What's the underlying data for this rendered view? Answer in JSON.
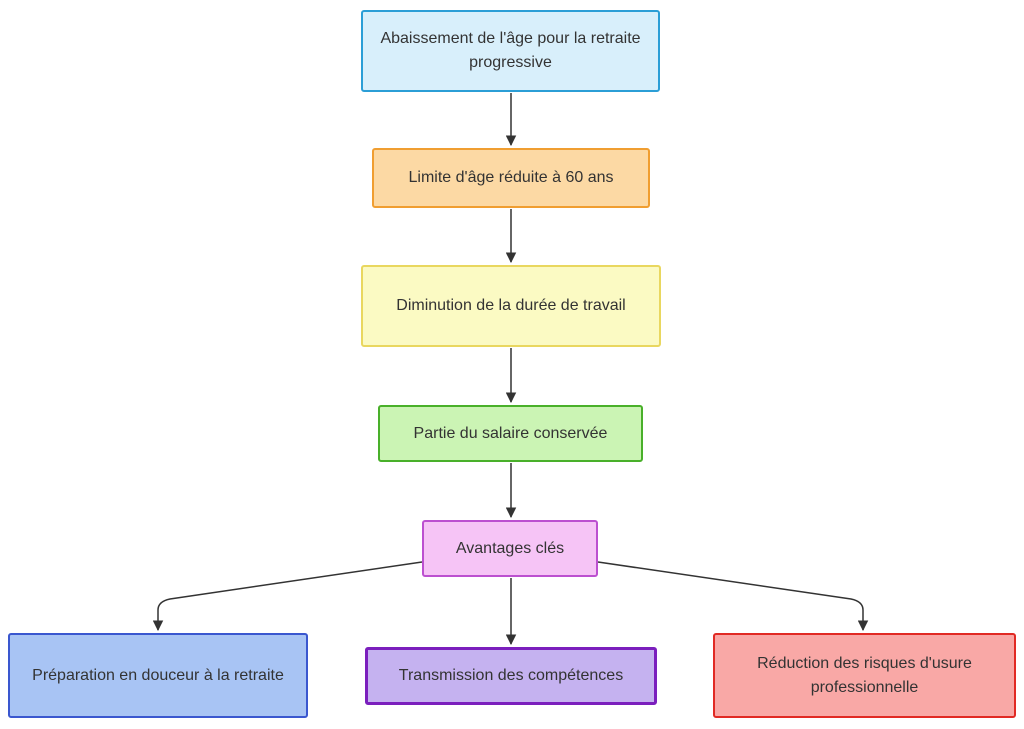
{
  "diagram": {
    "type": "flowchart",
    "direction": "top-down",
    "background_color": "#ffffff",
    "edge_color": "#333333",
    "text_color": "#333333",
    "nodes": [
      {
        "id": "A",
        "label": "Abaissement de l'âge pour la retraite progressive",
        "fill": "#d8effb",
        "stroke": "#2b9ed6"
      },
      {
        "id": "B",
        "label": "Limite d'âge réduite à 60 ans",
        "fill": "#fcd9a4",
        "stroke": "#f09e31"
      },
      {
        "id": "C",
        "label": "Diminution de la durée de travail",
        "fill": "#fbfac3",
        "stroke": "#e9d75f"
      },
      {
        "id": "D",
        "label": "Partie du salaire conservée",
        "fill": "#cbf4b4",
        "stroke": "#49b02a"
      },
      {
        "id": "E",
        "label": "Avantages clés",
        "fill": "#f6c4f6",
        "stroke": "#bc50d0"
      },
      {
        "id": "F",
        "label": "Préparation en douceur à la retraite",
        "fill": "#a8c4f4",
        "stroke": "#3a57cf"
      },
      {
        "id": "G",
        "label": "Transmission des compétences",
        "fill": "#c5b2f0",
        "stroke": "#7b1fbd"
      },
      {
        "id": "H",
        "label": "Réduction des risques d'usure professionnelle",
        "fill": "#f9a8a6",
        "stroke": "#e12a24"
      }
    ],
    "edges": [
      {
        "from": "A",
        "to": "B"
      },
      {
        "from": "B",
        "to": "C"
      },
      {
        "from": "C",
        "to": "D"
      },
      {
        "from": "D",
        "to": "E"
      },
      {
        "from": "E",
        "to": "F"
      },
      {
        "from": "E",
        "to": "G"
      },
      {
        "from": "E",
        "to": "H"
      }
    ]
  }
}
